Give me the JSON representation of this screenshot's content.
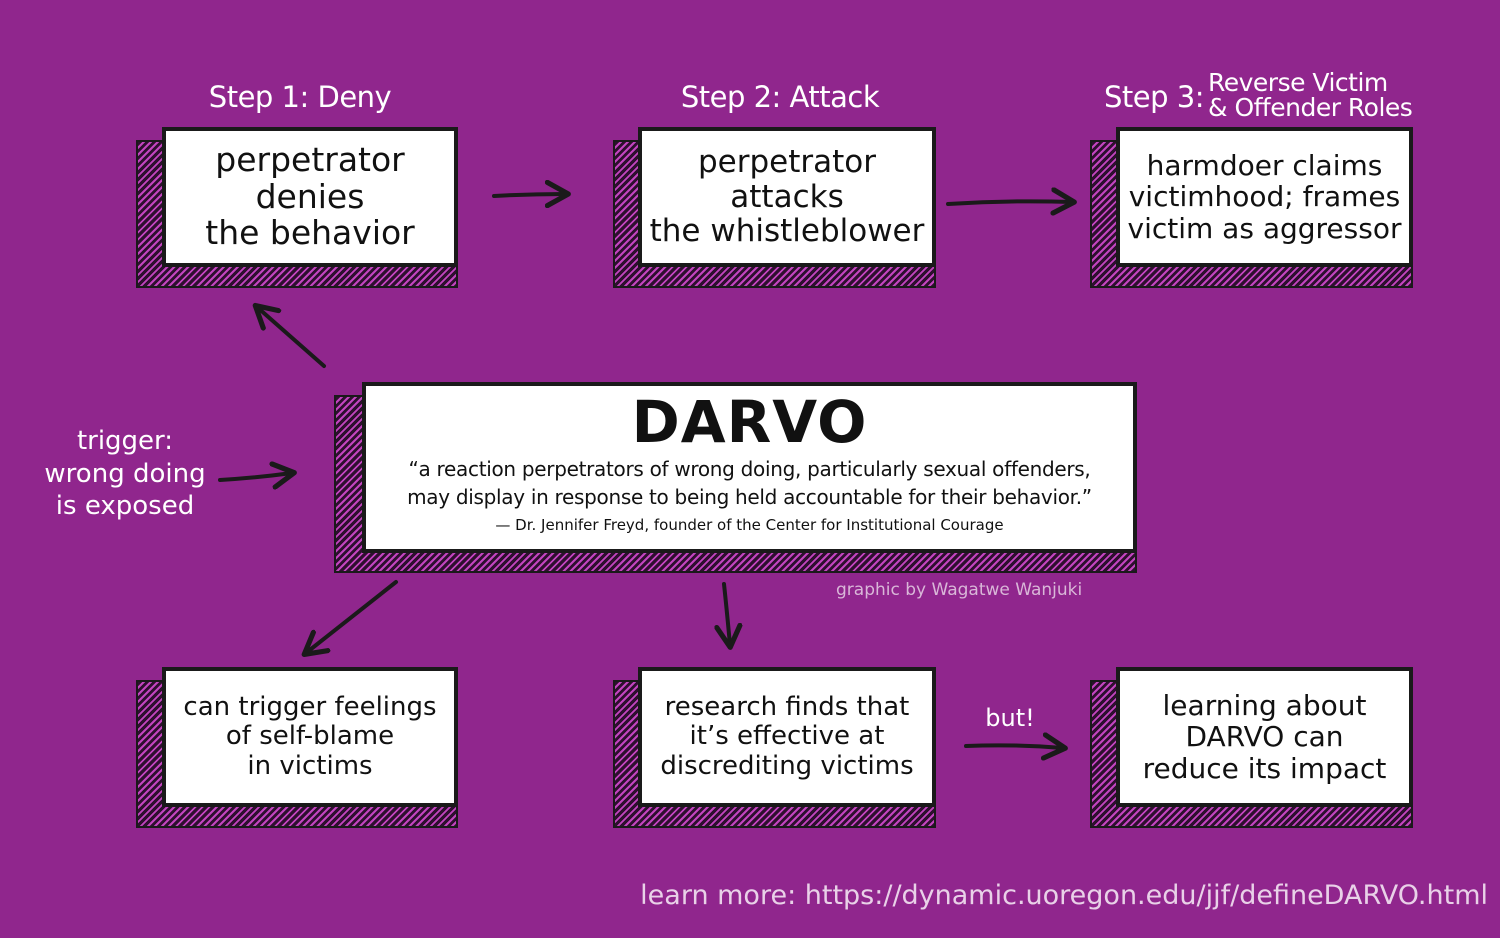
{
  "colors": {
    "background": "#90268d",
    "box_fill": "#ffffff",
    "outline": "#1a1a1a",
    "text_light": "#ffffff"
  },
  "steps": [
    {
      "label": "Step 1: Deny",
      "text": "perpetrator denies\nthe behavior"
    },
    {
      "label": "Step 2: Attack",
      "text": "perpetrator attacks\nthe whistleblower"
    },
    {
      "label_prefix": "Step 3:",
      "label_line1": "Reverse Victim",
      "label_line2": "& Offender Roles",
      "text": "harmdoer claims\nvictimhood; frames\nvictim as aggressor"
    }
  ],
  "trigger": "trigger:\nwrong doing\nis exposed",
  "center": {
    "title": "DARVO",
    "quote": "“a reaction perpetrators of wrong doing, particularly sexual offenders,\nmay display in response to being held accountable for their behavior.”",
    "attribution": "— Dr. Jennifer Freyd, founder of the Center for Institutional Courage"
  },
  "credit": "graphic by Wagatwe Wanjuki",
  "outcomes": [
    {
      "text": "can trigger feelings\nof self-blame\nin victims"
    },
    {
      "text": "research finds that\nit’s effective at\ndiscrediting victims"
    },
    {
      "text": "learning about\nDARVO can\nreduce its impact"
    }
  ],
  "but_label": "but!",
  "learn_more": "learn more: https://dynamic.uoregon.edu/jjf/defineDARVO.html"
}
